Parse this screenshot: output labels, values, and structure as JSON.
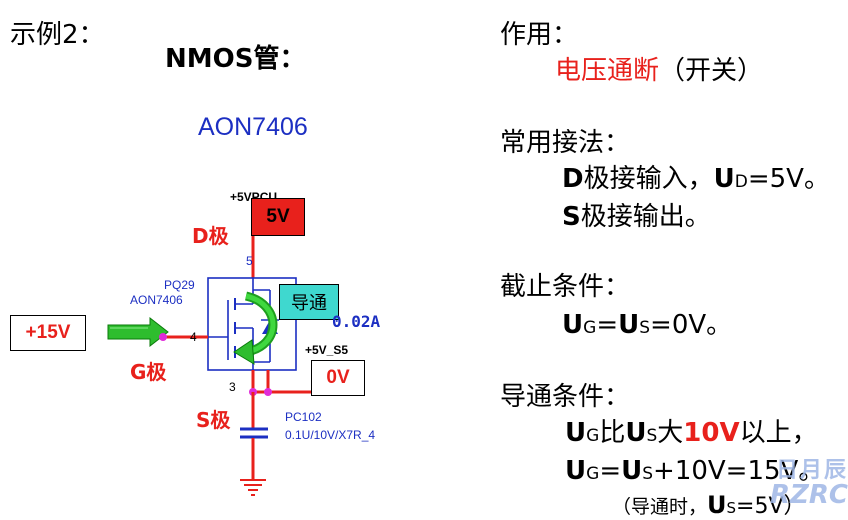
{
  "left": {
    "example_title": "示例2：",
    "device_title": "NMOS管：",
    "part_number": "AON7406",
    "supply_net": "+5VPCU",
    "d_label": "D极",
    "d_voltage": "5V",
    "pin_d": "5",
    "ref": "PQ29",
    "ref_part": "AON7406",
    "conduct_label": "导通",
    "current": "0.02A",
    "g_voltage": "+15V",
    "pin_g": "4",
    "g_label": "G极",
    "out_net": "+5V_S5",
    "s_voltage": "0V",
    "pin_s1": "3",
    "pin_s2": "2",
    "s_label": "S极",
    "cap_ref": "PC102",
    "cap_value": "0.1U/10V/X7R_4"
  },
  "right": {
    "func_heading": "作用：",
    "func_red": "电压通断",
    "func_black": "（开关）",
    "conn_heading": "常用接法：",
    "conn_d_main": "D",
    "conn_d_text": "极接输入，",
    "conn_d_u": "U",
    "conn_d_sub": "D",
    "conn_d_val": "=5V。",
    "conn_s_main": "S",
    "conn_s_text": "极接输出。",
    "cut_heading": "截止条件：",
    "cut_u1": "U",
    "cut_sub1": "G",
    "cut_eq": "=",
    "cut_u2": "U",
    "cut_sub2": "S",
    "cut_val": "=0V。",
    "on_heading": "导通条件：",
    "on_l1_u1": "U",
    "on_l1_sub1": "G",
    "on_l1_mid": "比",
    "on_l1_u2": "U",
    "on_l1_sub2": "S",
    "on_l1_big": "大",
    "on_l1_red": "10V",
    "on_l1_end": "以上，",
    "on_l2_u1": "U",
    "on_l2_sub1": "G",
    "on_l2_eq": "=",
    "on_l2_u2": "U",
    "on_l2_sub2": "S",
    "on_l2_end": "+10V=15V。",
    "on_l3_open": "（导通时，",
    "on_l3_u": "U",
    "on_l3_sub": "S",
    "on_l3_end": "=5V）"
  },
  "watermark": {
    "top": "日月辰",
    "bottom": "RZRC"
  }
}
